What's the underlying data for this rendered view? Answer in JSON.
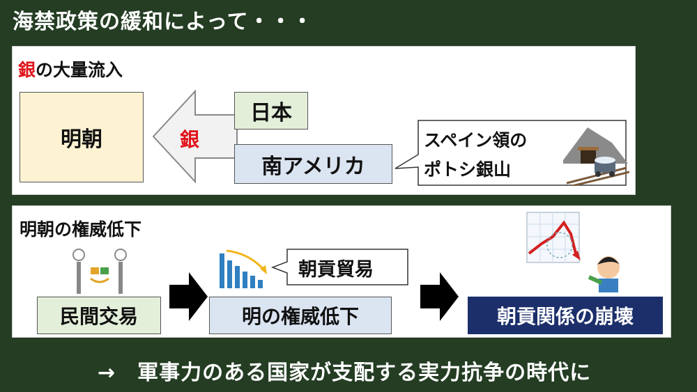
{
  "slide_title": "海禁政策の緩和によって・・・",
  "silver_section": {
    "heading_red": "銀",
    "heading_rest": "の大量流入",
    "destination": "明朝",
    "arrow_label": "銀",
    "source_japan": "日本",
    "source_america": "南アメリカ",
    "callout_line1": "スペイン領の",
    "callout_line2": "ポトシ銀山",
    "icon": "silver-mine-cart-icon"
  },
  "decline_section": {
    "heading": "明朝の権威低下",
    "step1": "民間交易",
    "step2": "明の権威低下",
    "step2_callout": "朝貢貿易",
    "step3": "朝貢関係の崩壊",
    "icons": [
      "handshake-trade-icon",
      "declining-bar-chart-icon",
      "crashing-graph-icon"
    ]
  },
  "conclusion": "→　軍事力のある国家が支配する実力抗争の時代に",
  "colors": {
    "background": "#243d23",
    "red_accent": "#e0141b",
    "beige_box": "#fdf2d2",
    "green_box": "#e3efd9",
    "blue_box": "#dbe4f1",
    "navy_box": "#1c2f6b"
  }
}
